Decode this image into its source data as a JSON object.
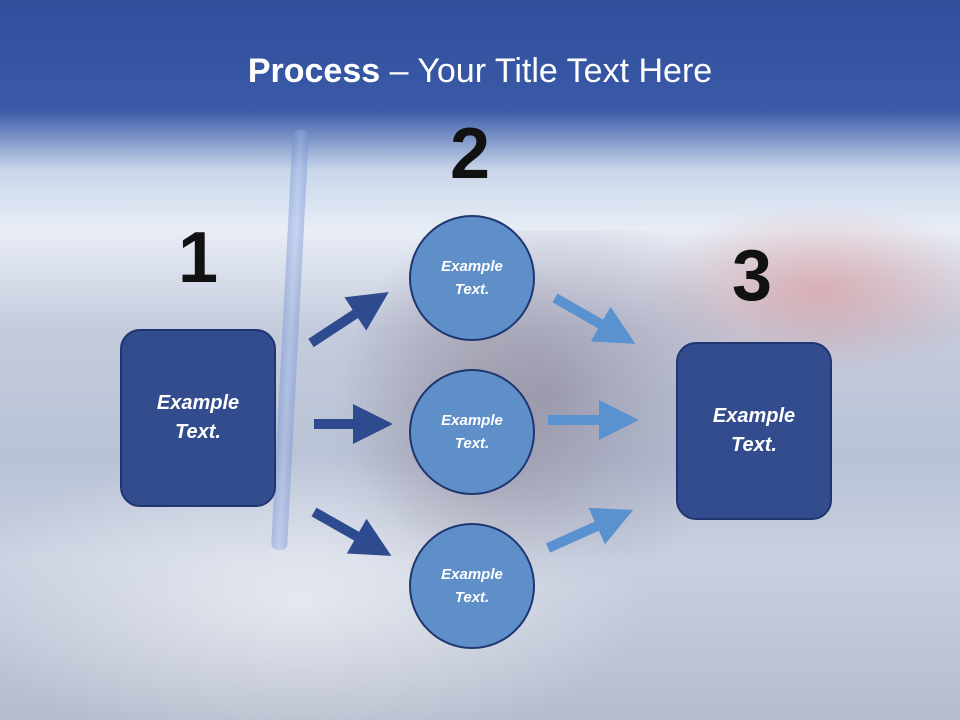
{
  "title": {
    "bold": "Process",
    "rest": " – Your Title Text Here"
  },
  "steps": {
    "num1": "1",
    "num2": "2",
    "num3": "3"
  },
  "nodes": {
    "left_box": "Example Text.",
    "circle_top": "Example Text.",
    "circle_middle": "Example Text.",
    "circle_bottom": "Example Text.",
    "right_box": "Example Text."
  },
  "colors": {
    "header": "#2f4f9c",
    "box_fill": "#324c8e",
    "circle_fill": "#5f8fc9",
    "arrow_dark": "#2f4b8f",
    "arrow_light": "#5a92cf"
  }
}
